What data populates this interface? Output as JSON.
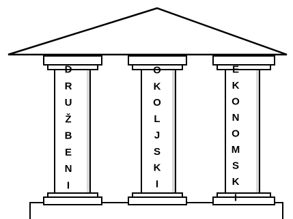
{
  "pillars": [
    {
      "word": "DRUŽBENI"
    },
    {
      "word": "OKOLJSKI"
    },
    {
      "word": "EKONOMSKI"
    }
  ]
}
